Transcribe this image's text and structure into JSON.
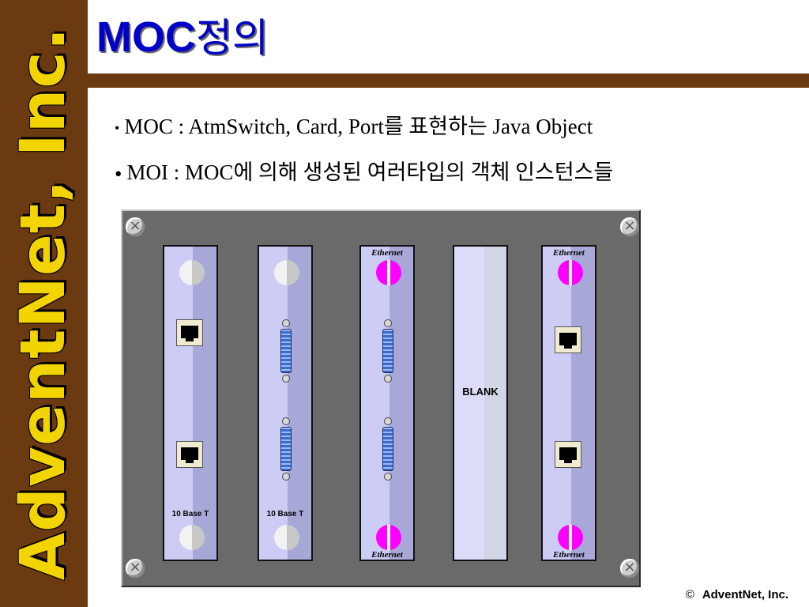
{
  "sidebar": {
    "brand": "AdventNet, Inc.",
    "background": "#6b3a10",
    "text_color": "#f2d400"
  },
  "title": {
    "latin": "MOC",
    "korean": "정의",
    "color": "#0000c8"
  },
  "bullets": [
    {
      "marker": "•",
      "text": "MOC : AtmSwitch, Card, Port를 표현하는 Java Object"
    },
    {
      "marker": "•",
      "text": "MOI : MOC에 의해 생성된 여러타입의 객체 인스턴스들"
    }
  ],
  "panel": {
    "cards": [
      {
        "type": "10BaseT",
        "bottom_label": "10 Base T",
        "holes": "grey",
        "ports": [
          "rj45",
          "rj45"
        ]
      },
      {
        "type": "10BaseT-DSUB",
        "bottom_label": "10 Base T",
        "holes": "grey",
        "ports": [
          "dsub",
          "dsub"
        ]
      },
      {
        "type": "Ethernet-DSUB",
        "top_label": "Ethernet",
        "bottom_label": "Ethernet",
        "holes": "pink",
        "ports": [
          "dsub",
          "dsub"
        ]
      },
      {
        "type": "Blank",
        "center_label": "BLANK"
      },
      {
        "type": "Ethernet-RJ45",
        "top_label": "Ethernet",
        "bottom_label": "Ethernet",
        "holes": "pink",
        "ports": [
          "rj45",
          "rj45"
        ]
      }
    ]
  },
  "footer": {
    "copyright_symbol": "©",
    "company": "AdventNet, Inc."
  }
}
